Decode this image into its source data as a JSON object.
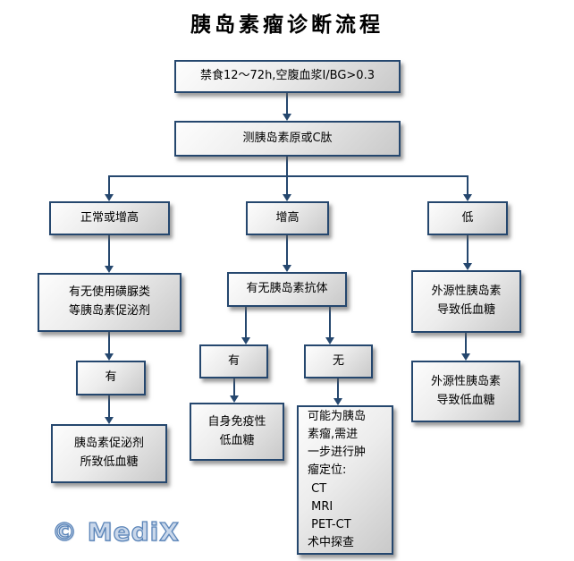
{
  "title": "胰岛素瘤诊断流程",
  "watermark": "© MediX",
  "colors": {
    "box_border": "#25476e",
    "connector": "#25476e",
    "box_fill_light": "#fdfdfd",
    "box_fill_dark": "#c9c9c9",
    "watermark_fill": "#c9d7ea",
    "watermark_outline": "#5a84b8",
    "background": "#ffffff",
    "text": "#000000"
  },
  "nodes": {
    "fasting": {
      "l1": "禁食12～72h,空腹血浆I/BG>0.3"
    },
    "measure": {
      "l1": "测胰岛素原或C肽"
    },
    "normal_or_high": {
      "l1": "正常或增高"
    },
    "high": {
      "l1": "增高"
    },
    "low": {
      "l1": "低"
    },
    "secretagogue_q": {
      "l1": "有无使用磺脲类",
      "l2": "等胰岛素促泌剂"
    },
    "antibody_q": {
      "l1": "有无胰岛素抗体"
    },
    "exogenous_1": {
      "l1": "外源性胰岛素",
      "l2": "导致低血糖"
    },
    "yes_left": {
      "l1": "有"
    },
    "yes_mid": {
      "l1": "有"
    },
    "no_mid": {
      "l1": "无"
    },
    "exogenous_2": {
      "l1": "外源性胰岛素",
      "l2": "导致低血糖"
    },
    "secretagogue_result": {
      "l1": "胰岛素促泌剂",
      "l2": "所致低血糖"
    },
    "autoimmune": {
      "l1": "自身免疫性",
      "l2": "低血糖"
    },
    "insulinoma": {
      "l1": "可能为胰岛",
      "l2": "素瘤,需进",
      "l3": "一步进行肿",
      "l4": "瘤定位:",
      "l5": " CT",
      "l6": " MRI",
      "l7": " PET-CT",
      "l8": "术中探查"
    }
  },
  "edges": [
    {
      "from": "fasting",
      "to": "measure"
    },
    {
      "from": "measure",
      "to": "normal_or_high"
    },
    {
      "from": "measure",
      "to": "high"
    },
    {
      "from": "measure",
      "to": "low"
    },
    {
      "from": "normal_or_high",
      "to": "secretagogue_q"
    },
    {
      "from": "secretagogue_q",
      "to": "yes_left"
    },
    {
      "from": "yes_left",
      "to": "secretagogue_result"
    },
    {
      "from": "high",
      "to": "antibody_q"
    },
    {
      "from": "antibody_q",
      "to": "yes_mid"
    },
    {
      "from": "antibody_q",
      "to": "no_mid"
    },
    {
      "from": "yes_mid",
      "to": "autoimmune"
    },
    {
      "from": "no_mid",
      "to": "insulinoma"
    },
    {
      "from": "low",
      "to": "exogenous_1"
    },
    {
      "from": "exogenous_1",
      "to": "exogenous_2"
    }
  ]
}
